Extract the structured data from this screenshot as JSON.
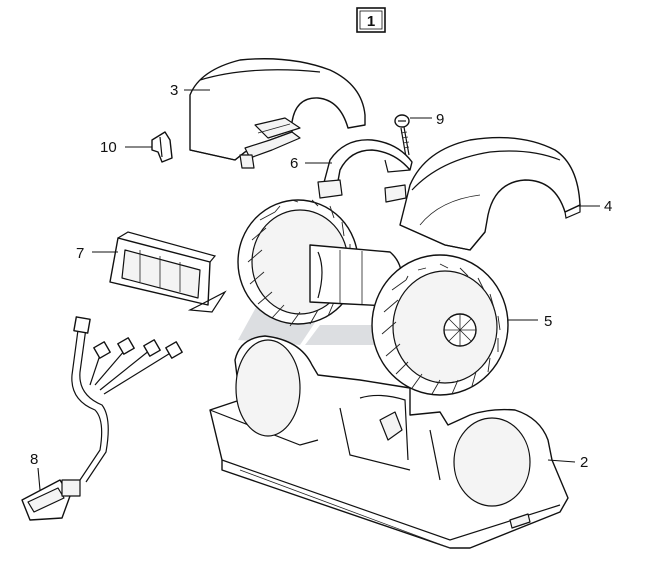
{
  "figure": {
    "badge": "1",
    "callouts": [
      "1",
      "2",
      "3",
      "4",
      "5",
      "6",
      "7",
      "8",
      "9",
      "10"
    ]
  },
  "parts": [
    {
      "id": "2",
      "label": "2"
    },
    {
      "id": "3",
      "label": "3"
    },
    {
      "id": "4",
      "label": "4"
    },
    {
      "id": "5",
      "label": "5"
    },
    {
      "id": "6",
      "label": "6"
    },
    {
      "id": "7",
      "label": "7"
    },
    {
      "id": "8",
      "label": "8"
    },
    {
      "id": "9",
      "label": "9"
    },
    {
      "id": "10",
      "label": "10"
    }
  ]
}
